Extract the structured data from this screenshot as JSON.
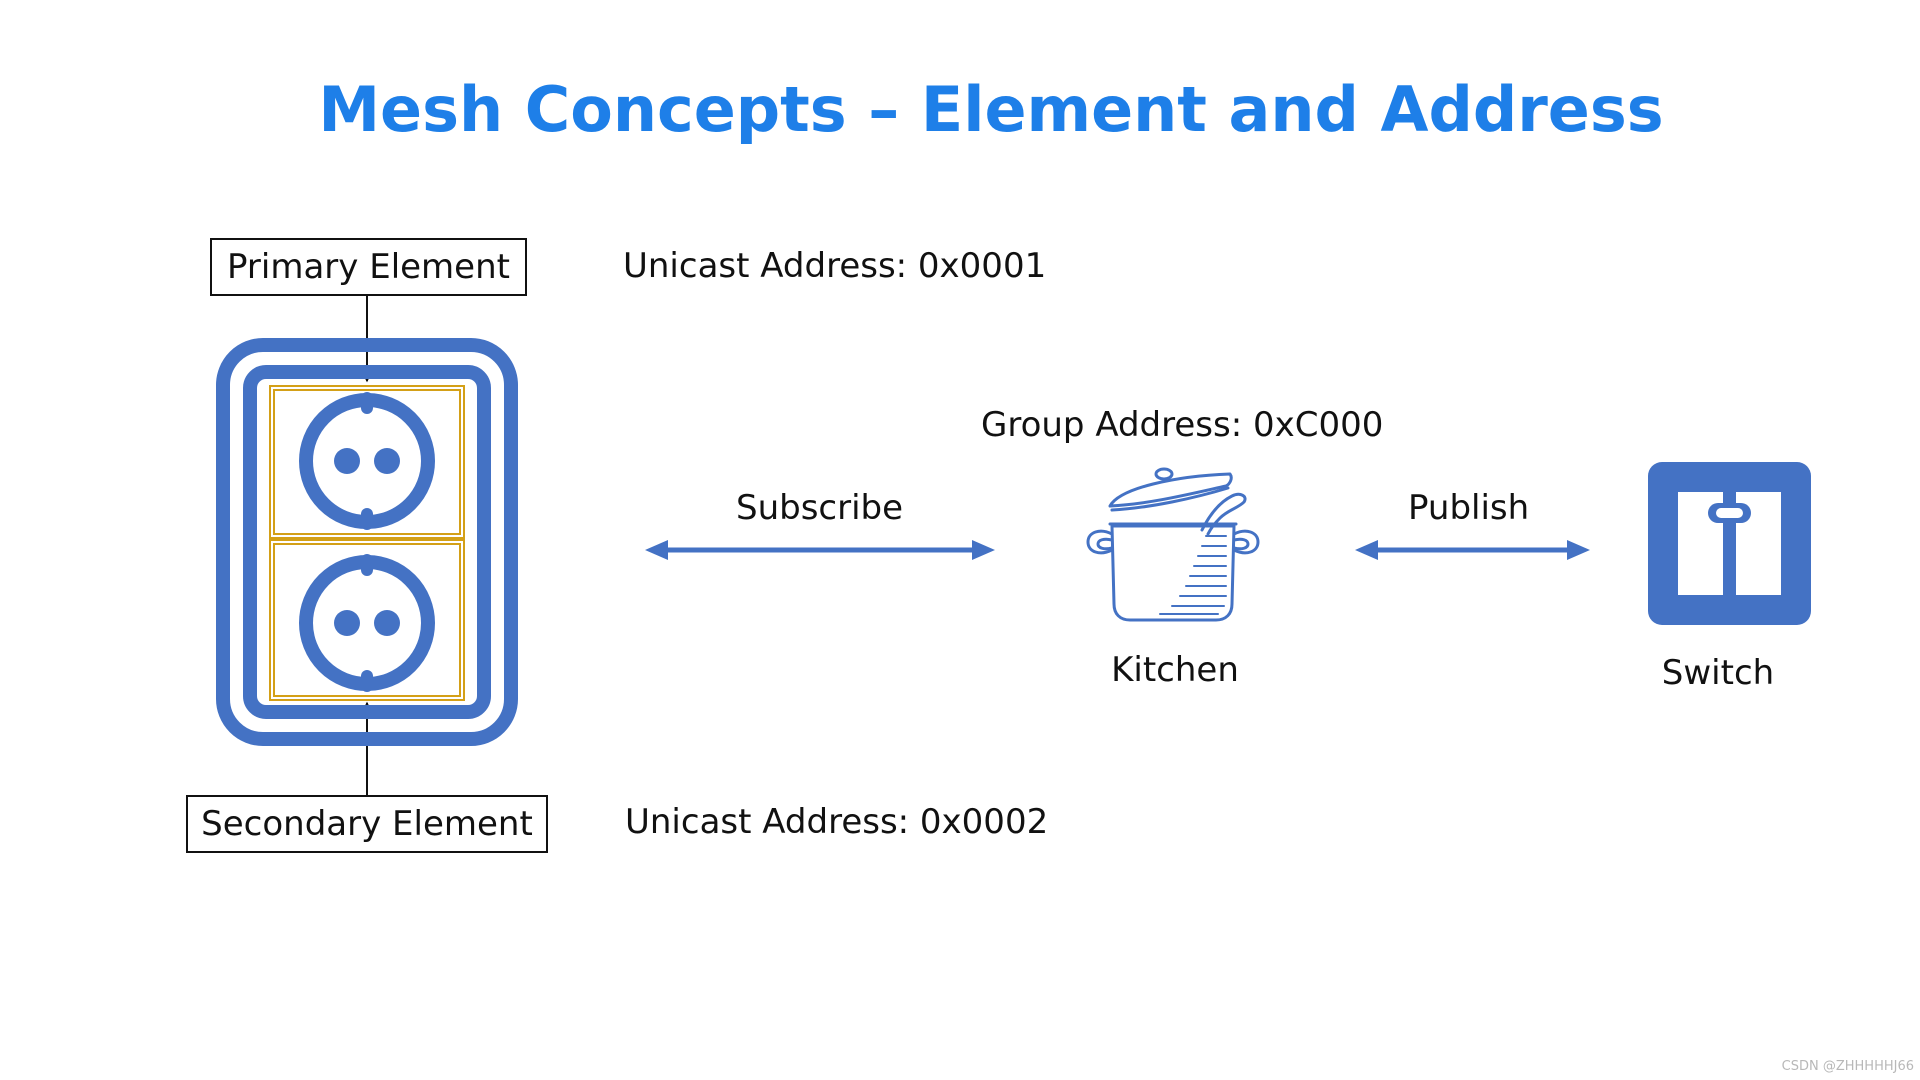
{
  "title": "Mesh Concepts – Element and Address",
  "elements": {
    "primary_label": "Primary Element",
    "secondary_label": "Secondary Element",
    "primary_unicast": "Unicast Address: 0x0001",
    "secondary_unicast": "Unicast Address: 0x0002"
  },
  "group": {
    "address": "Group Address: 0xC000",
    "name": "Kitchen"
  },
  "links": {
    "subscribe": "Subscribe",
    "publish": "Publish"
  },
  "switch": {
    "name": "Switch"
  },
  "colors": {
    "title": "#1e7fe8",
    "icon_blue": "#4472c4",
    "element_frame": "#d4a017",
    "text": "#111111"
  },
  "icons": [
    "power-outlet-icon",
    "cooking-pot-icon",
    "light-switch-icon"
  ],
  "watermark": "CSDN @ZHHHHHJ66"
}
